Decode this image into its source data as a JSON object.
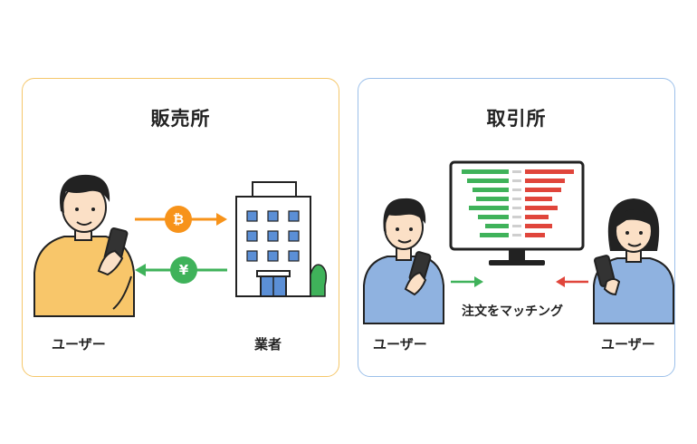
{
  "left_panel": {
    "title": "販売所",
    "user_label": "ユーザー",
    "dealer_label": "業者",
    "coin_symbol": "₿",
    "yen_symbol": "¥",
    "colors": {
      "border": "#f5c76a",
      "coin": "#f7931a",
      "yen": "#3fb25a"
    }
  },
  "right_panel": {
    "title": "取引所",
    "left_user_label": "ユーザー",
    "right_user_label": "ユーザー",
    "center_caption": "注文をマッチング",
    "colors": {
      "border": "#9cc0ea",
      "buy": "#3fb25a",
      "sell": "#e0453b"
    }
  }
}
